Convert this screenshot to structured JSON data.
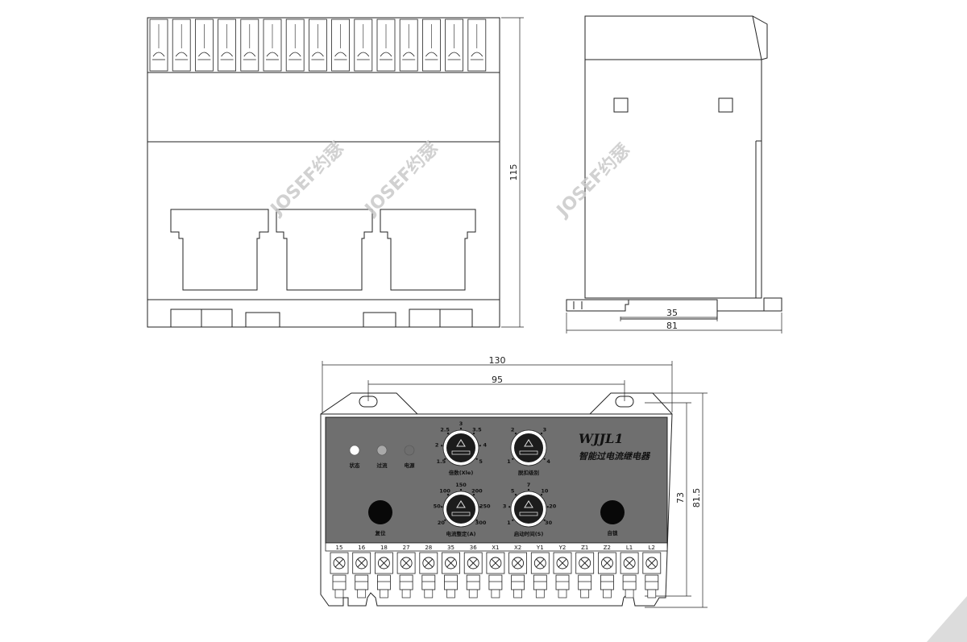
{
  "dimensions": {
    "front_height": "115",
    "side_rail": "35",
    "side_depth": "81",
    "bottom_width": "130",
    "bottom_hole_spacing": "95",
    "bottom_panel_height": "73",
    "bottom_total_height": "81.5"
  },
  "watermarks": [
    "JOSEF约瑟",
    "JOSEF约瑟",
    "JOSEF约瑟"
  ],
  "panel": {
    "model": "WJJL1",
    "product_name": "智能过电流继电器",
    "leds": [
      {
        "label": "状态",
        "color": "#ffffff"
      },
      {
        "label": "过流",
        "color": "#a9a9a9"
      },
      {
        "label": "电源",
        "color": "#6e6e6e"
      }
    ],
    "knobs": [
      {
        "caption": "倍数(Xle)",
        "ticks": [
          "1.5",
          "2",
          "2.5",
          "3",
          "3.5",
          "4",
          "5"
        ]
      },
      {
        "caption": "脱扣级别",
        "ticks": [
          "1",
          "2",
          "3",
          "4"
        ]
      },
      {
        "caption": "电流整定(A)",
        "ticks": [
          "20",
          "50",
          "100",
          "150",
          "200",
          "250",
          "300"
        ]
      },
      {
        "caption": "启动时间(S)",
        "ticks": [
          "1",
          "3",
          "5",
          "7",
          "10",
          "20",
          "30"
        ]
      }
    ],
    "reset_label": "复位",
    "auto_label": "自锁"
  },
  "terminals": [
    "15",
    "16",
    "18",
    "27",
    "28",
    "35",
    "36",
    "X1",
    "X2",
    "Y1",
    "Y2",
    "Z1",
    "Z2",
    "L1",
    "L2"
  ],
  "colors": {
    "panel": "#6f6f6f",
    "line": "#222222"
  }
}
